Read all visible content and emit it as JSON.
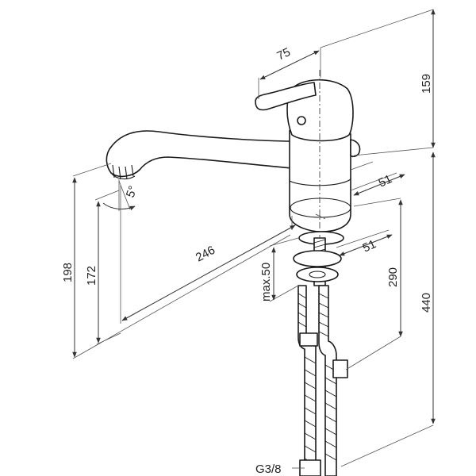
{
  "dimensions": {
    "handle_width": "75",
    "top_height": "159",
    "body_diameter_upper": "51",
    "body_diameter_lower": "51",
    "spout_angle": "5°",
    "spout_reach": "246",
    "total_height": "198",
    "spout_height": "172",
    "counter_thickness": "max.50",
    "shank_length": "290",
    "hose_length": "440",
    "connection_thread": "G3/8"
  },
  "colors": {
    "line": "#1a1a1a",
    "dimension": "#333333",
    "background": "#ffffff"
  }
}
